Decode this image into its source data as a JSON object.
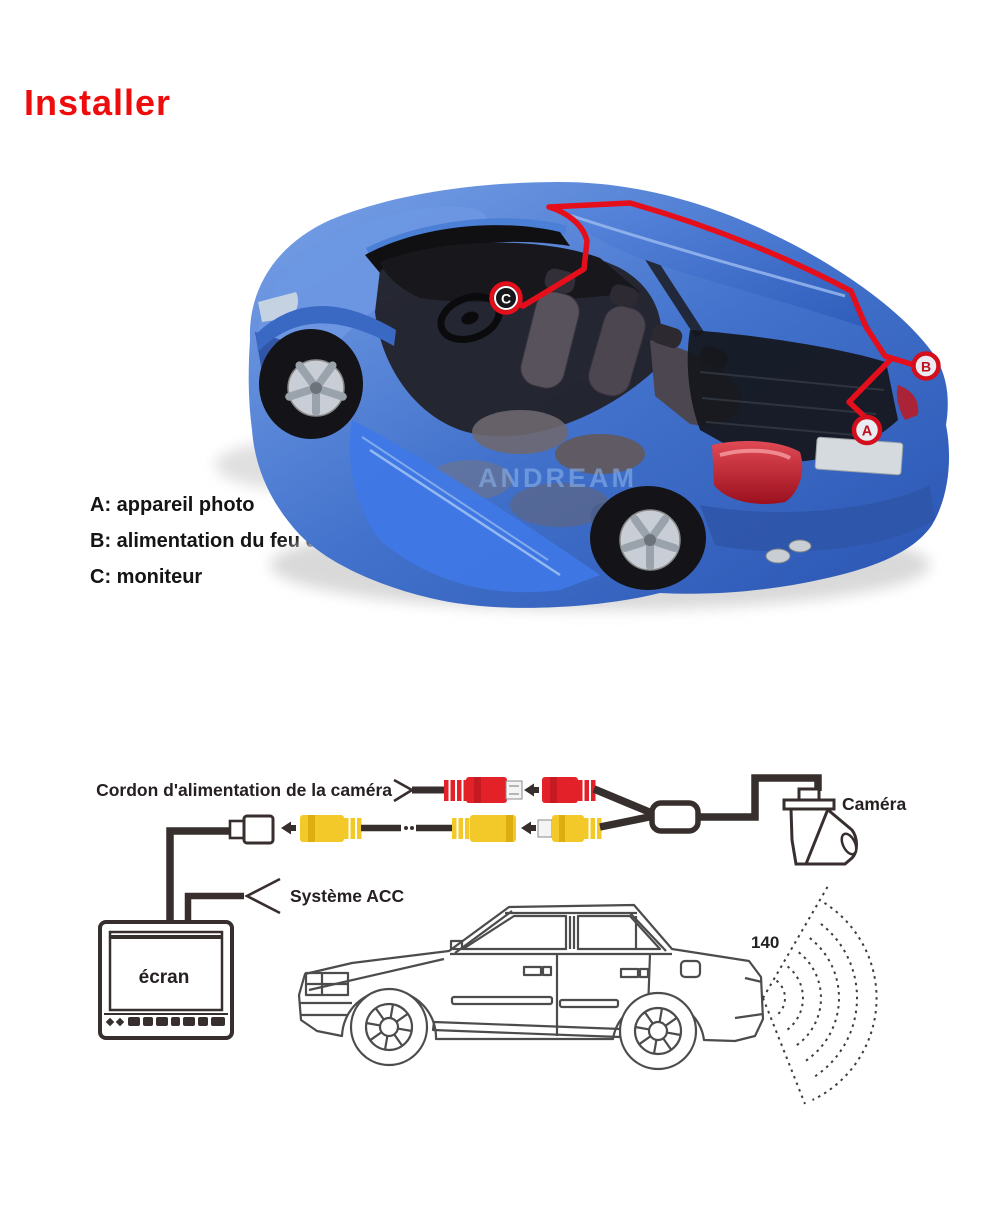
{
  "page": {
    "background": "#ffffff"
  },
  "header": {
    "title": "Installer",
    "title_color": "#ee0d0d"
  },
  "car_section": {
    "watermark": "ANDREAM",
    "markers": {
      "a": "A",
      "b": "B",
      "c": "C"
    },
    "legend": [
      "A: appareil photo",
      "B: alimentation du feu de recul",
      "C: moniteur"
    ],
    "route_color": "#e50f1c"
  },
  "diagram": {
    "camera_cord_label": "Cordon d'alimentation de la caméra",
    "acc_label": "Système ACC",
    "screen_label": "écran",
    "camera_label": "Caméra",
    "beam_angle": "140",
    "colors": {
      "rca_video": "#f3c92a",
      "rca_power": "#e32128",
      "cable": "#362f2d",
      "sedan_line": "#4c4c4c"
    }
  }
}
